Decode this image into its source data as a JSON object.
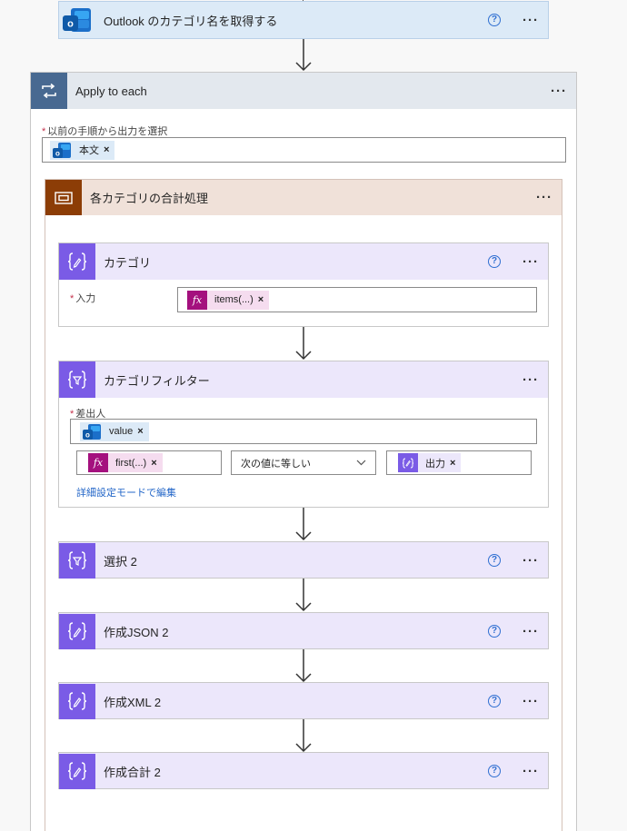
{
  "steps": {
    "outlook": {
      "title": "Outlook のカテゴリ名を取得する",
      "help": "?",
      "more": "···"
    },
    "apply": {
      "title": "Apply to each",
      "more": "···",
      "field_label": "以前の手順から出力を選択",
      "required": "*",
      "token": "本文",
      "token_x": "×"
    },
    "scope": {
      "title": "各カテゴリの合計処理",
      "more": "···"
    },
    "category": {
      "title": "カテゴリ",
      "help": "?",
      "more": "···",
      "input_label": "入力",
      "required": "*",
      "token": "items(...)",
      "token_x": "×",
      "fx": "fx"
    },
    "filter": {
      "title": "カテゴリフィルター",
      "more": "···",
      "from_label": "差出人",
      "required": "*",
      "from_token": "value",
      "token_x": "×",
      "left_token": "first(...)",
      "fx": "fx",
      "operator": "次の値に等しい",
      "right_token": "出力",
      "advanced_link": "詳細設定モードで編集"
    },
    "select2": {
      "title": "選択 2",
      "help": "?",
      "more": "···"
    },
    "json2": {
      "title": "作成JSON 2",
      "help": "?",
      "more": "···"
    },
    "xml2": {
      "title": "作成XML 2",
      "help": "?",
      "more": "···"
    },
    "sum2": {
      "title": "作成合計 2",
      "help": "?",
      "more": "···"
    }
  },
  "colors": {
    "outlook_header": "#dceaf7",
    "apply_header": "#e3e8ee",
    "apply_icon_bg": "#486991",
    "scope_header": "#f0e1d9",
    "scope_icon_bg": "#8c3d06",
    "data_header": "#ece7fb",
    "data_icon_bg": "#7a5be6",
    "function_token": "#a4107e",
    "link": "#2467c8"
  }
}
